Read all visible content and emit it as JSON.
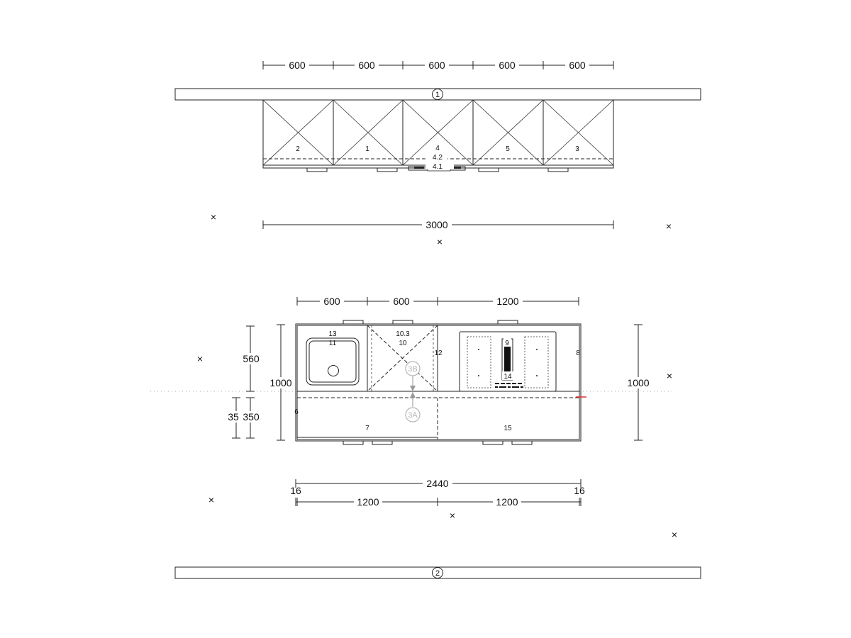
{
  "top": {
    "wall_marker": "1",
    "segment_dims": [
      "600",
      "600",
      "600",
      "600",
      "600"
    ],
    "total_dim": "3000",
    "cabinet_numbers": [
      "2",
      "1",
      "4",
      "5",
      "3"
    ],
    "sub_labels": [
      "4.2",
      "4.1"
    ]
  },
  "island": {
    "top_dims": [
      "600",
      "600",
      "1200"
    ],
    "left_dims": {
      "upper": "560",
      "lower": "350",
      "overhang": "35",
      "total": "1000"
    },
    "right_total": "1000",
    "labels": {
      "sink_a": "13",
      "sink_b": "11",
      "mid_a": "10.3",
      "mid_b": "10",
      "side_12": "12",
      "side_8": "8",
      "hob_9": "9",
      "hob_14": "14",
      "end_6": "6",
      "low_7": "7",
      "low_15": "15"
    },
    "view_markers": [
      "3B",
      "3A"
    ],
    "total_width": "2440",
    "edge_left": "16",
    "edge_right": "16",
    "halves": [
      "1200",
      "1200"
    ]
  },
  "bottom": {
    "wall_marker": "2"
  },
  "marker_symbol": "×"
}
